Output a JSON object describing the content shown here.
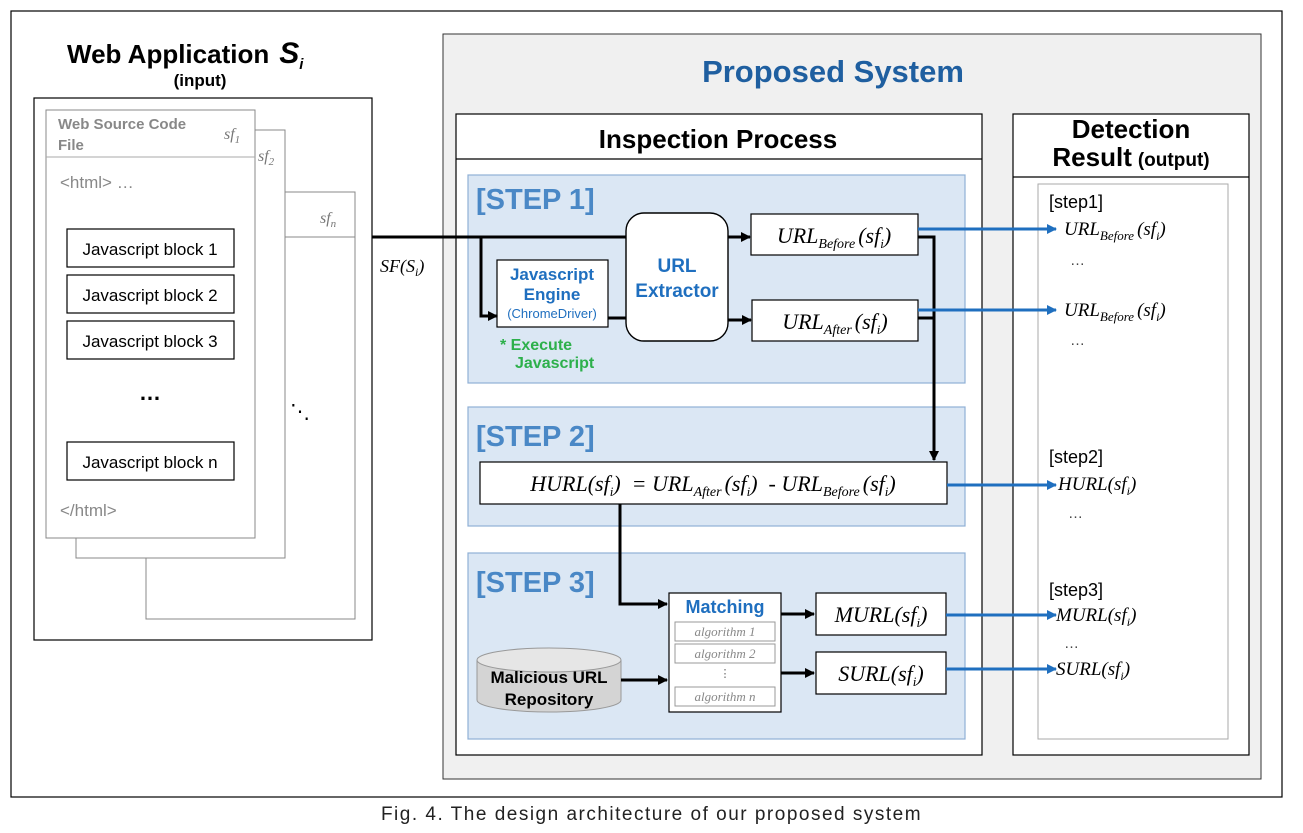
{
  "left": {
    "title": "Web Application",
    "title_var": "S",
    "title_sub": "i",
    "title_note": "(input)",
    "file_header_line1": "Web Source Code",
    "file_header_line2": "File",
    "file_labels": [
      {
        "v": "sf",
        "s": "1"
      },
      {
        "v": "sf",
        "s": "2"
      },
      {
        "v": "sf",
        "s": "n"
      }
    ],
    "html_open": "<html> …",
    "js_blocks": [
      "Javascript block 1",
      "Javascript block 2",
      "Javascript block 3"
    ],
    "middle_ellipsis": "…",
    "last_block": "Javascript block n",
    "html_close": "</html>",
    "stack_ellipsis": "⋱",
    "sf_label": "SF(S",
    "sf_label_sub": "i",
    "sf_label_end": ")"
  },
  "system": {
    "title": "Proposed System",
    "inspection_title": "Inspection Process",
    "detection_title_line1": "Detection",
    "detection_title_line2": "Result",
    "detection_title_note": "(output)"
  },
  "step1": {
    "label": "[STEP 1]",
    "engine_line1": "Javascript",
    "engine_line2": "Engine",
    "engine_sub": "(ChromeDriver)",
    "execute_line1": "* Execute",
    "execute_line2": "Javascript",
    "extractor_line1": "URL",
    "extractor_line2": "Extractor",
    "before_main": "URL",
    "before_sub": "Before",
    "before_arg": "(sf",
    "before_arg_sub": "i",
    "before_arg_end": ")",
    "after_main": "URL",
    "after_sub": "After",
    "after_arg": "(sf",
    "after_arg_sub": "i",
    "after_arg_end": ")"
  },
  "step2": {
    "label": "[STEP 2]",
    "f_hurl": "HURL(sf",
    "f_i": "i",
    "f_eq": ")  = URL",
    "f_after": "After",
    "f_mid": "(sf",
    "f_mid_i": "i",
    "f_minus": ")  - URL",
    "f_before": "Before",
    "f_end": "(sf",
    "f_end_i": "i",
    "f_close": ")"
  },
  "step3": {
    "label": "[STEP 3]",
    "matching": "Matching",
    "algorithms": [
      "algorithm 1",
      "algorithm 2",
      "⋮",
      "algorithm n"
    ],
    "repo_line1": "Malicious URL",
    "repo_line2": "Repository",
    "murl": "MURL(sf",
    "murl_i": "i",
    "murl_end": ")",
    "surl": "SURL(sf",
    "surl_i": "i",
    "surl_end": ")"
  },
  "results": {
    "step1_label": "[step1]",
    "step2_label": "[step2]",
    "step3_label": "[step3]",
    "url_main": "URL",
    "url_before": "Before",
    "url_arg": "(sf",
    "url_i": "i",
    "url_end": ")",
    "hurl": "HURL(sf",
    "murl": "MURL(sf",
    "surl": "SURL(sf",
    "ellipsis": "…"
  },
  "caption": "Fig. 4. The design architecture of our proposed system",
  "colors": {
    "step_fill": "#dbe7f4",
    "step_border": "#8fb0d6",
    "step_label": "#4a88c6",
    "title_blue": "#1f5fa0",
    "arrow_blue": "#1f6fbf",
    "execute_green": "#2db04b",
    "system_fill": "#f0f0f0",
    "repo_fill": "#d4d4d4"
  }
}
